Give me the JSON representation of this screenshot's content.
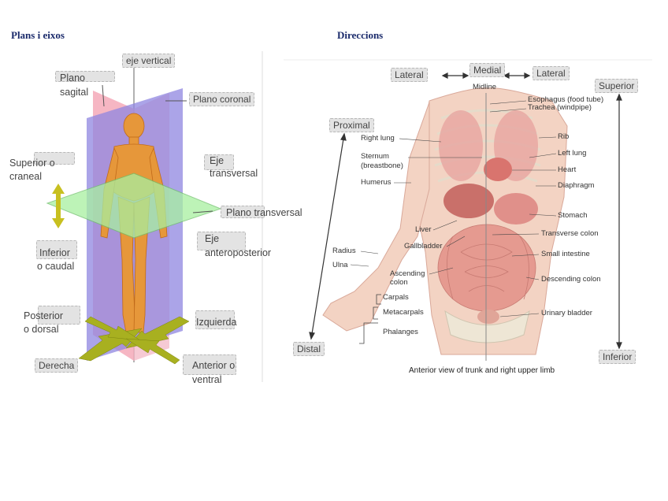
{
  "left_panel": {
    "heading": "Plans i eixos",
    "labels": {
      "eje_vertical": "eje vertical",
      "plano_sagital_1": "Plano",
      "plano_sagital_2": "sagital",
      "plano_coronal": "Plano coronal",
      "superior_1": "Superior o",
      "superior_2": "craneal",
      "eje_transversal_1": "Eje",
      "eje_transversal_2": "transversal",
      "plano_transversal": "Plano transversal",
      "inferior_1": "Inferior",
      "inferior_2": "o caudal",
      "eje_ap_1": "Eje",
      "eje_ap_2": "anteroposterior",
      "posterior_1": "Posterior",
      "posterior_2": "o dorsal",
      "izquierda": "Izquierda",
      "derecha": "Derecha",
      "anterior_1": "Anterior o",
      "anterior_2": "ventral"
    },
    "colors": {
      "sagittal": "#f4a9b8",
      "coronal": "#9f8fe0",
      "transverse": "#a8f0a0",
      "arrows": "#a8b020",
      "body": "#e89a3a"
    }
  },
  "right_panel": {
    "heading": "Direccions",
    "tags": {
      "lateral_left": "Lateral",
      "medial": "Medial",
      "lateral_right": "Lateral",
      "superior": "Superior",
      "proximal": "Proximal",
      "distal": "Distal",
      "inferior": "Inferior"
    },
    "midline": "Midline",
    "anatomy_left": [
      "Right lung",
      "Sternum",
      "(breastbone)",
      "Humerus",
      "Liver",
      "Gallbladder",
      "Radius",
      "Ulna",
      "Ascending",
      "colon",
      "Carpals",
      "Metacarpals",
      "Phalanges"
    ],
    "anatomy_right": [
      "Esophagus (food tube)",
      "Trachea (windpipe)",
      "Rib",
      "Left lung",
      "Heart",
      "Diaphragm",
      "Stomach",
      "Transverse colon",
      "Small intestine",
      "Descending colon",
      "Urinary bladder"
    ],
    "caption": "Anterior view of trunk and right upper limb",
    "colors": {
      "skin": "#f3d3c3",
      "organs": "#d98a86",
      "bone": "#f0ece0"
    }
  }
}
